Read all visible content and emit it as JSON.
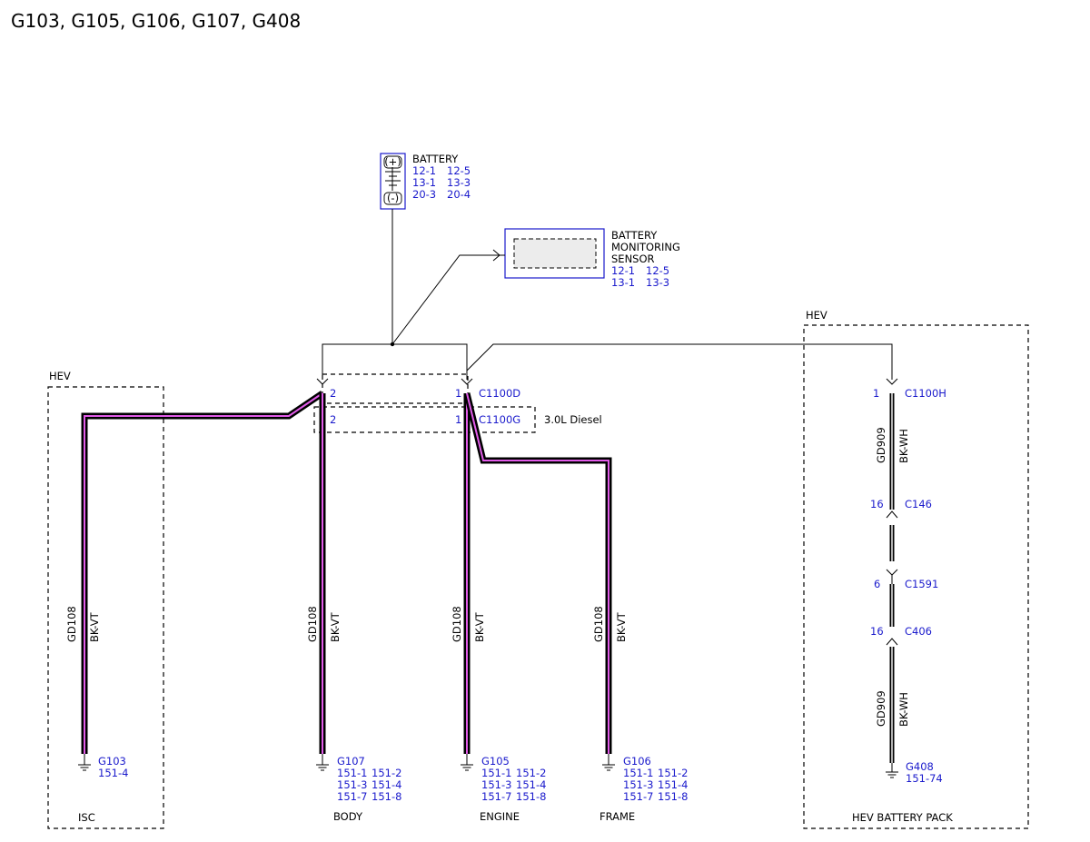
{
  "title": "G103, G105, G106, G107, G408",
  "battery": {
    "label": "BATTERY",
    "plus": "(+)",
    "minus": "(-)",
    "refs": [
      "12-1",
      "12-5",
      "13-1",
      "13-3",
      "20-3",
      "20-4"
    ]
  },
  "sensor": {
    "label_lines": [
      "BATTERY",
      "MONITORING",
      "SENSOR"
    ],
    "refs": [
      "12-1",
      "12-5",
      "13-1",
      "13-3"
    ]
  },
  "hev_left": "HEV",
  "hev_right": "HEV",
  "connectors": {
    "c1100d": {
      "name": "C1100D",
      "pin_left": "2",
      "pin_right": "1"
    },
    "c1100g": {
      "name": "C1100G",
      "pin_left": "2",
      "pin_right": "1",
      "note": "3.0L Diesel"
    },
    "c1100h": {
      "name": "C1100H",
      "pin": "1"
    },
    "c146": {
      "name": "C146",
      "pin": "16"
    },
    "c1591": {
      "name": "C1591",
      "pin": "6"
    },
    "c406": {
      "name": "C406",
      "pin": "16"
    }
  },
  "wires": {
    "isc": {
      "circuit": "GD108",
      "color": "BK-VT"
    },
    "body": {
      "circuit": "GD108",
      "color": "BK-VT"
    },
    "engine": {
      "circuit": "GD108",
      "color": "BK-VT"
    },
    "frame": {
      "circuit": "GD108",
      "color": "BK-VT"
    },
    "hev_upper": {
      "circuit": "GD909",
      "color": "BK-WH"
    },
    "hev_lower": {
      "circuit": "GD909",
      "color": "BK-WH"
    }
  },
  "grounds": {
    "isc": {
      "name": "G103",
      "refs": [
        "151-4"
      ],
      "location": "ISC"
    },
    "body": {
      "name": "G107",
      "refs": [
        "151-1",
        "151-2",
        "151-3",
        "151-4",
        "151-7",
        "151-8"
      ],
      "location": "BODY"
    },
    "engine": {
      "name": "G105",
      "refs": [
        "151-1",
        "151-2",
        "151-3",
        "151-4",
        "151-7",
        "151-8"
      ],
      "location": "ENGINE"
    },
    "frame": {
      "name": "G106",
      "refs": [
        "151-1",
        "151-2",
        "151-3",
        "151-4",
        "151-7",
        "151-8"
      ],
      "location": "FRAME"
    },
    "hev": {
      "name": "G408",
      "refs": [
        "151-74"
      ],
      "location": "HEV BATTERY PACK"
    }
  },
  "colors": {
    "ref_blue": "#1a1acc",
    "wire_violet": "#e15be8"
  }
}
